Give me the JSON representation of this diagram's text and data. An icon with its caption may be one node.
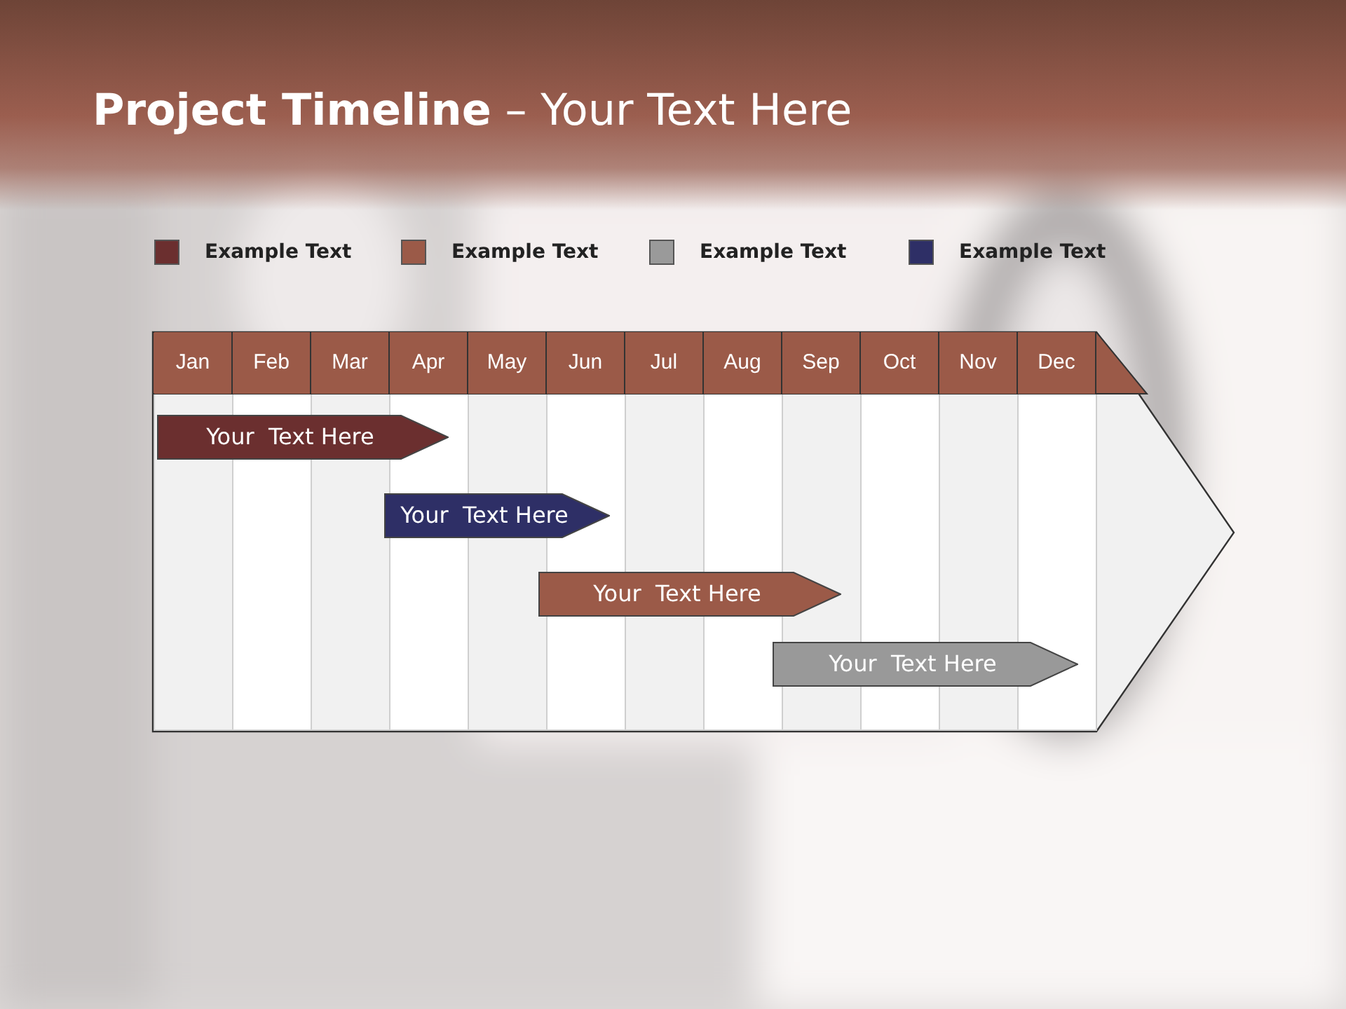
{
  "diagram": {
    "title": "**Project Timeline** – Your Text Here",
    "nodes": [
      {
        "text": [],
        "shape": "arrow"
      },
      {
        "text": [
          "Your  Text Here"
        ],
        "in": 0
      },
      {
        "text": [
          "Your  Text Here"
        ],
        "in": 0
      },
      {
        "text": [
          "Your  Text Here"
        ],
        "in": 0
      },
      {
        "text": [
          "Your  Text Here"
        ],
        "in": 0
      }
    ],
    "labels": [
      "Jan",
      "Feb",
      "Mar",
      "Apr",
      "May",
      "Jun",
      "Jul",
      "Aug",
      "Sep",
      "Oct",
      "Nov",
      "Dec"
    ],
    "legend": [
      {
        "text": "Example Text",
        "color": "#6b2f2f"
      },
      {
        "text": "Example Text",
        "color": "#9b5a48"
      },
      {
        "text": "Example Text",
        "color": "#9a9a9a"
      },
      {
        "text": "Example Text",
        "color": "#2e2f66"
      }
    ]
  }
}
